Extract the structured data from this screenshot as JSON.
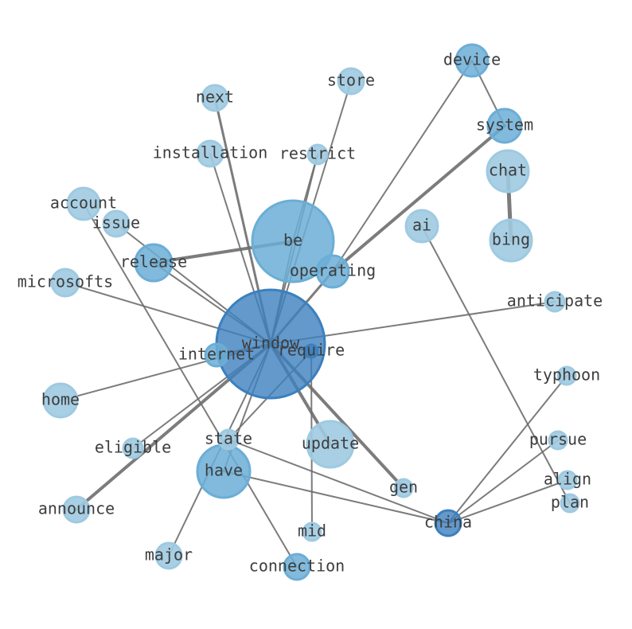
{
  "palette": {
    "light": "#9ecae1",
    "mid": "#6baed6",
    "dark": "#3c7fbe",
    "edge": "#6e6e6e",
    "label": "#3d3d3d"
  },
  "nodes": [
    {
      "id": "window",
      "label": "window",
      "weight": 68,
      "shade": "dark"
    },
    {
      "id": "be",
      "label": "be",
      "weight": 51,
      "shade": "mid"
    },
    {
      "id": "have",
      "label": "have",
      "weight": 33,
      "shade": "mid"
    },
    {
      "id": "update",
      "label": "update",
      "weight": 29,
      "shade": "light"
    },
    {
      "id": "bing",
      "label": "bing",
      "weight": 26,
      "shade": "light"
    },
    {
      "id": "chat",
      "label": "chat",
      "weight": 26,
      "shade": "light"
    },
    {
      "id": "release",
      "label": "release",
      "weight": 23,
      "shade": "mid"
    },
    {
      "id": "home",
      "label": "home",
      "weight": 21,
      "shade": "light"
    },
    {
      "id": "system",
      "label": "system",
      "weight": 21,
      "shade": "mid"
    },
    {
      "id": "operating",
      "label": "operating",
      "weight": 20,
      "shade": "mid"
    },
    {
      "id": "account",
      "label": "account",
      "weight": 20,
      "shade": "light"
    },
    {
      "id": "device",
      "label": "device",
      "weight": 20,
      "shade": "mid"
    },
    {
      "id": "ai",
      "label": "ai",
      "weight": 20,
      "shade": "light"
    },
    {
      "id": "announce",
      "label": "announce",
      "weight": 16,
      "shade": "light"
    },
    {
      "id": "connection",
      "label": "connection",
      "weight": 16,
      "shade": "mid"
    },
    {
      "id": "china",
      "label": "china",
      "weight": 16,
      "shade": "dark"
    },
    {
      "id": "major",
      "label": "major",
      "weight": 16,
      "shade": "light"
    },
    {
      "id": "microsofts",
      "label": "microsofts",
      "weight": 17,
      "shade": "light"
    },
    {
      "id": "next",
      "label": "next",
      "weight": 16,
      "shade": "light"
    },
    {
      "id": "installation",
      "label": "installation",
      "weight": 16,
      "shade": "light"
    },
    {
      "id": "store",
      "label": "store",
      "weight": 16,
      "shade": "light"
    },
    {
      "id": "issue",
      "label": "issue",
      "weight": 16,
      "shade": "light"
    },
    {
      "id": "internet",
      "label": "internet",
      "weight": 14,
      "shade": "mid"
    },
    {
      "id": "require",
      "label": "require",
      "weight": 8,
      "shade": "dark"
    },
    {
      "id": "restrict",
      "label": "restrict",
      "weight": 12,
      "shade": "light"
    },
    {
      "id": "anticipate",
      "label": "anticipate",
      "weight": 12,
      "shade": "light"
    },
    {
      "id": "typhoon",
      "label": "typhoon",
      "weight": 11,
      "shade": "light"
    },
    {
      "id": "pursue",
      "label": "pursue",
      "weight": 11,
      "shade": "light"
    },
    {
      "id": "align",
      "label": "align",
      "weight": 11,
      "shade": "light"
    },
    {
      "id": "plan",
      "label": "plan",
      "weight": 11,
      "shade": "light"
    },
    {
      "id": "state",
      "label": "state",
      "weight": 12,
      "shade": "light"
    },
    {
      "id": "eligible",
      "label": "eligible",
      "weight": 12,
      "shade": "light"
    },
    {
      "id": "gen",
      "label": "gen",
      "weight": 11,
      "shade": "light"
    },
    {
      "id": "mid",
      "label": "mid",
      "weight": 11,
      "shade": "light"
    }
  ],
  "edges": [
    {
      "source": "window",
      "target": "be",
      "weight": 2
    },
    {
      "source": "window",
      "target": "next",
      "weight": 3
    },
    {
      "source": "window",
      "target": "installation",
      "weight": 2
    },
    {
      "source": "window",
      "target": "restrict",
      "weight": 2
    },
    {
      "source": "window",
      "target": "store",
      "weight": 2
    },
    {
      "source": "window",
      "target": "operating",
      "weight": 3
    },
    {
      "source": "window",
      "target": "anticipate",
      "weight": 2
    },
    {
      "source": "window",
      "target": "microsofts",
      "weight": 2
    },
    {
      "source": "window",
      "target": "home",
      "weight": 2
    },
    {
      "source": "window",
      "target": "announce",
      "weight": 4
    },
    {
      "source": "window",
      "target": "eligible",
      "weight": 2
    },
    {
      "source": "window",
      "target": "have",
      "weight": 2
    },
    {
      "source": "window",
      "target": "update",
      "weight": 4
    },
    {
      "source": "window",
      "target": "gen",
      "weight": 4
    },
    {
      "source": "window",
      "target": "issue",
      "weight": 2
    },
    {
      "source": "window",
      "target": "release",
      "weight": 2
    },
    {
      "source": "window",
      "target": "internet",
      "weight": 2
    },
    {
      "source": "window",
      "target": "require",
      "weight": 2
    },
    {
      "source": "window",
      "target": "major",
      "weight": 2
    },
    {
      "source": "be",
      "target": "release",
      "weight": 4
    },
    {
      "source": "be",
      "target": "restrict",
      "weight": 2
    },
    {
      "source": "operating",
      "target": "system",
      "weight": 4
    },
    {
      "source": "operating",
      "target": "device",
      "weight": 2
    },
    {
      "source": "device",
      "target": "system",
      "weight": 2
    },
    {
      "source": "chat",
      "target": "bing",
      "weight": 5
    },
    {
      "source": "require",
      "target": "mid",
      "weight": 2
    },
    {
      "source": "require",
      "target": "state",
      "weight": 2
    },
    {
      "source": "account",
      "target": "connection",
      "weight": 2
    },
    {
      "source": "have",
      "target": "china",
      "weight": 2
    },
    {
      "source": "state",
      "target": "china",
      "weight": 2
    },
    {
      "source": "china",
      "target": "typhoon",
      "weight": 2
    },
    {
      "source": "china",
      "target": "pursue",
      "weight": 2
    },
    {
      "source": "china",
      "target": "align",
      "weight": 2
    },
    {
      "source": "ai",
      "target": "plan",
      "weight": 2
    }
  ]
}
